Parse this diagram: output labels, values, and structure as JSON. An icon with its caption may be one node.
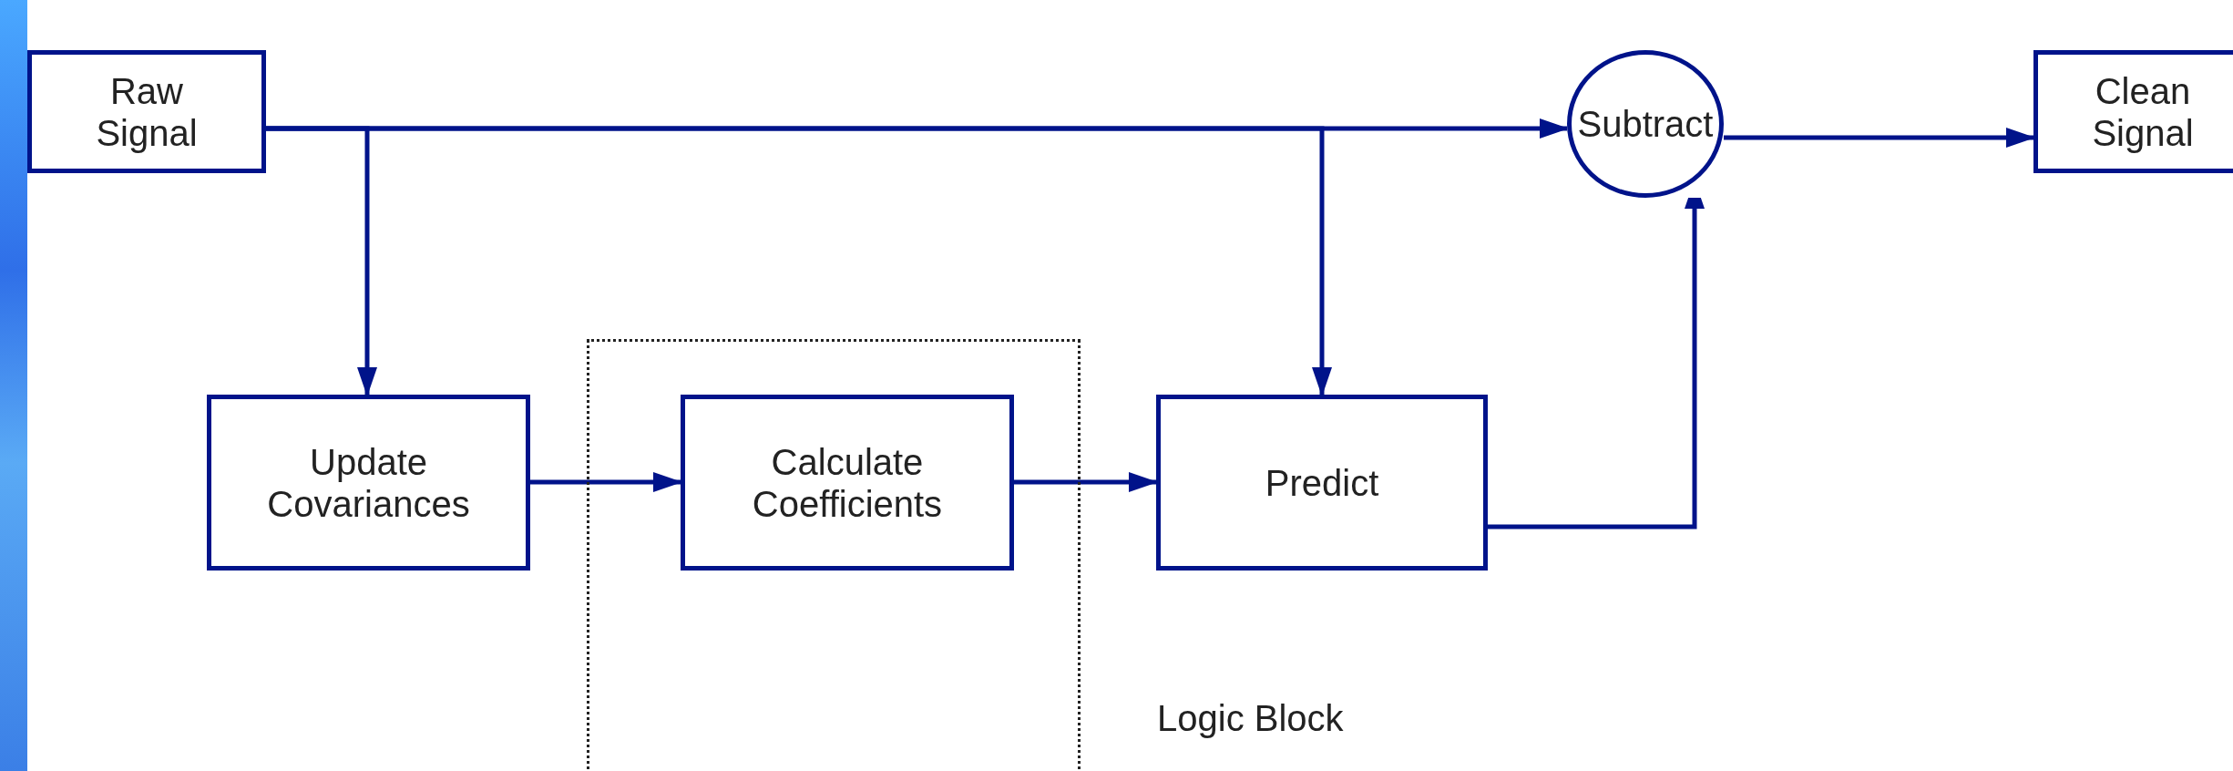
{
  "diagram": {
    "nodes": [
      {
        "text": [
          "Raw Signal"
        ]
      },
      {
        "text": [
          "Subtract"
        ]
      },
      {
        "text": [
          "Clean Signal"
        ]
      },
      {
        "text": [
          "Update Covariances"
        ]
      },
      {
        "text": [],
        "shape": "box"
      },
      {
        "text": [
          "Calculate Coefficients"
        ],
        "in": 4
      },
      {
        "text": [
          "Predict"
        ],
        "beside": [
          "Logic Block"
        ]
      }
    ],
    "edges": [
      {
        "from": 0,
        "to": 1,
        "arrow": "to"
      },
      {
        "from": 0,
        "to": 3,
        "arrow": "to"
      },
      {
        "from": 0,
        "to": 6,
        "arrow": "to"
      },
      {
        "from": 3,
        "to": 5,
        "arrow": "to"
      },
      {
        "from": 5,
        "to": 6,
        "arrow": "to"
      },
      {
        "from": 6,
        "to": 1,
        "arrow": "to"
      },
      {
        "from": 1,
        "to": 2,
        "arrow": "to"
      }
    ]
  }
}
